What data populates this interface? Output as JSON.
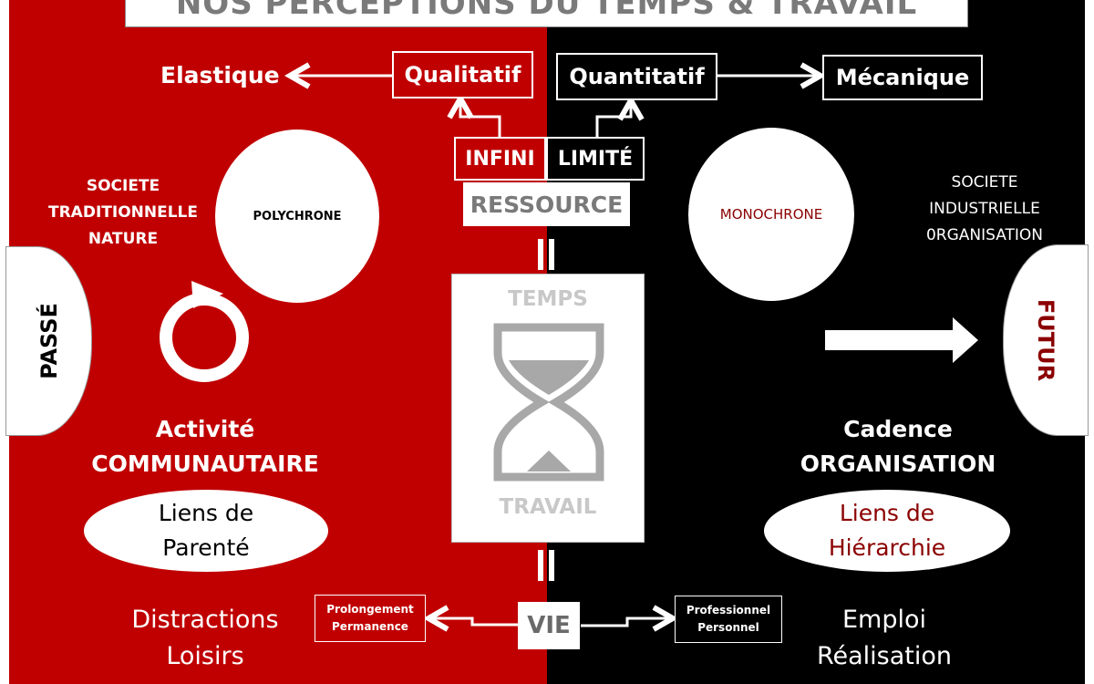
{
  "title": "NOS PERCEPTIONS DU TEMPS & TRAVAIL",
  "top": {
    "elastique": "Elastique",
    "qualitatif": "Qualitatif",
    "quantitatif": "Quantitatif",
    "mecanique": "Mécanique"
  },
  "ressource": {
    "infini": "INFINI",
    "limite": "LIMITÉ",
    "label": "RESSOURCE"
  },
  "left": {
    "society": [
      "SOCIETE",
      "TRADITIONNELLE",
      "NATURE"
    ],
    "circle": "POLYCHRONE",
    "tab": "PASSÉ",
    "heading1": "Activité",
    "heading2": "COMMUNAUTAIRE",
    "ellipse": [
      "Liens de",
      "Parenté"
    ],
    "bottom": [
      "Distractions",
      "Loisirs"
    ],
    "vie_box": [
      "Prolongement",
      "Permanence"
    ]
  },
  "right": {
    "society": [
      "SOCIETE",
      "INDUSTRIELLE",
      "0RGANISATION"
    ],
    "circle": "MONOCHRONE",
    "tab": "FUTUR",
    "heading1": "Cadence",
    "heading2": "ORGANISATION",
    "ellipse": [
      "Liens de",
      "Hiérarchie"
    ],
    "bottom": [
      "Emploi",
      "Réalisation"
    ],
    "vie_box": [
      "Professionnel",
      "Personnel"
    ]
  },
  "center": {
    "temps": "TEMPS",
    "travail": "TRAVAIL",
    "vie": "VIE"
  },
  "colors": {
    "red": "#c00000",
    "black": "#000000",
    "dark_red": "#8b0000",
    "grey": "#7a7a7a"
  }
}
